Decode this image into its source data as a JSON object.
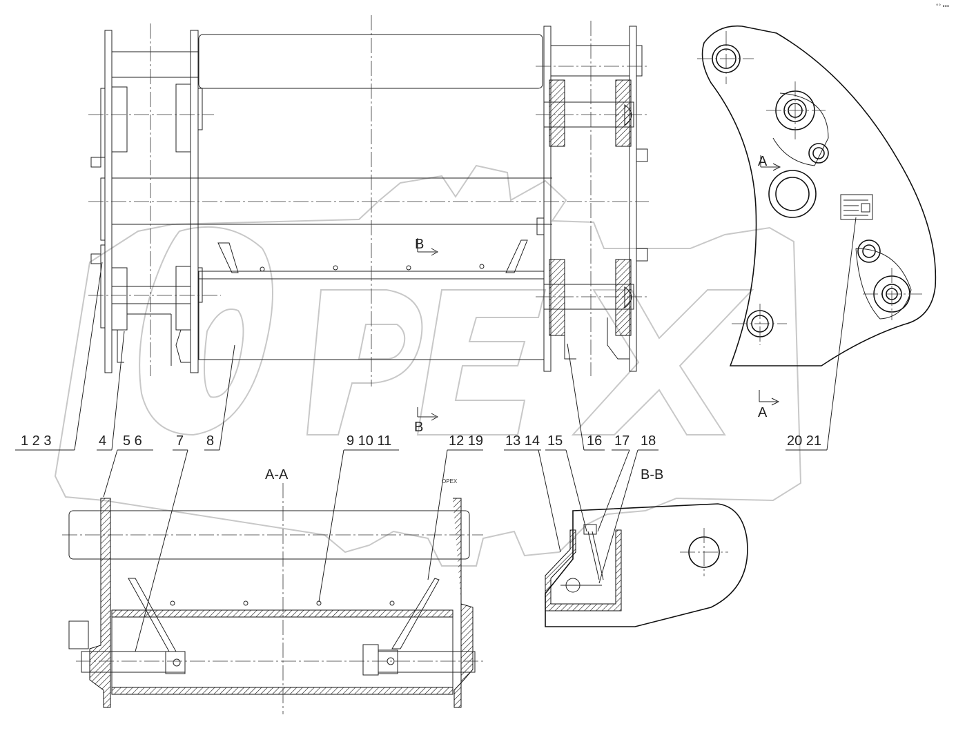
{
  "corner_mark": "°° •••",
  "watermark": "OPEX",
  "section_titles": {
    "aa": "A-A",
    "bb": "B-B"
  },
  "section_marks": {
    "a": "A",
    "b": "B"
  },
  "part_labels": {
    "p1": "1 2 3",
    "p2": "4",
    "p3": "5 6",
    "p4": "7",
    "p5": "8",
    "p6": "9 10 11",
    "p7": "12 19",
    "p8": "13 14",
    "p9": "15",
    "p10": "16",
    "p11": "17",
    "p12": "18",
    "p13": "20 21"
  },
  "icons": {
    "cut_arrow": "section-arrow-icon",
    "nameplate": "nameplate-icon"
  }
}
